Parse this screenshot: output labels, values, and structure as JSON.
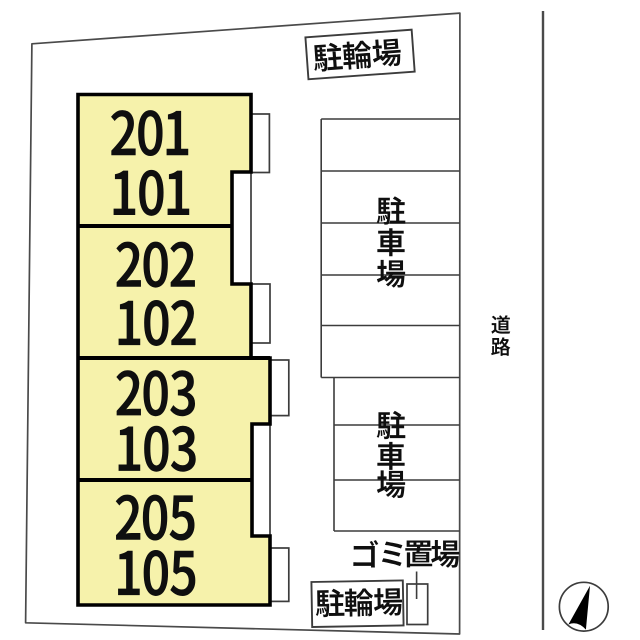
{
  "document": {
    "type": "site-layout-plan",
    "background": "#ffffff"
  },
  "labels": {
    "bicycle_parking": "駐輪場",
    "parking": "駐車場",
    "garbage": "ゴミ置場",
    "road": "道路"
  },
  "building": {
    "fill_color": "#f6f2ab",
    "units": [
      {
        "upper": "201",
        "lower": "101"
      },
      {
        "upper": "202",
        "lower": "102"
      },
      {
        "upper": "203",
        "lower": "103"
      },
      {
        "upper": "205",
        "lower": "105"
      }
    ]
  },
  "parking": {
    "upper_area_spaces": 5,
    "lower_area_spaces": 3
  },
  "icons": {
    "compass": "north-arrow-icon"
  }
}
